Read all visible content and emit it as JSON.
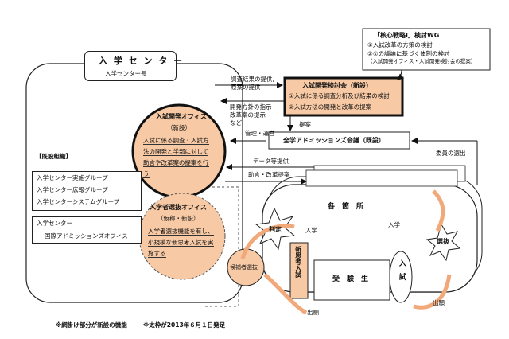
{
  "strategy_wg": {
    "title": "「核心戦略Ⅰ」検討WG",
    "line1": "①入試改革の方策の検討",
    "line2": "②①の議論に基づく体制の検討",
    "line3": "（入試開発オフィス・入試開発検討会の提案）"
  },
  "admission_center": {
    "title": "入 学 セ ン タ ー",
    "director": "入学センター長"
  },
  "existing_org": {
    "title": "【既設組織】",
    "groups": [
      "入学センター実施グループ",
      "入学センター広報グループ",
      "入学センターシステムグループ"
    ],
    "office_line1": "入学センター",
    "office_line2": "国際アドミッションズオフィス"
  },
  "dev_office": {
    "title": "入試開発オフィス",
    "status": "（新設）",
    "desc": [
      "入試に係る調査・入試方",
      "法の開発と学部に対して",
      "助言や改革案の提案を行",
      "う"
    ]
  },
  "selection_office": {
    "title": "入学者選抜オフィス",
    "status": "（仮称・新設）",
    "desc": [
      "入学者選抜機能を有し、",
      "小規模な新思考入試を実",
      "施する"
    ]
  },
  "dev_council": {
    "title": "入試開発検討会（新設）",
    "line1": "①入試に係る調査分析及び結果の検討",
    "line2": "②入試方法の開発と改革の提案"
  },
  "all_admissions": {
    "title": "全学アドミッションズ会議（既設）"
  },
  "labels": {
    "survey_result": "調査結果の提供,",
    "proposal": "原案の提供",
    "dev_policy_1": "開発方針の指示",
    "dev_policy_2": "改革案の提示",
    "dev_policy_3": "など",
    "proposal_label": "提案",
    "management": "管理・運営",
    "member_dispatch": "委員の選出",
    "data_provide": "データ等提供",
    "advice": "助言・改革提案",
    "admission_right": "入学",
    "admission_left": "入学",
    "application_left": "出願",
    "application_right": "出願"
  },
  "faculties": {
    "title": "各　箇　所"
  },
  "applicants": {
    "title": "受　験　生"
  },
  "new_thinking": {
    "title": "新思考入試"
  },
  "entrance_exam": {
    "title": "入試"
  },
  "circles": {
    "judgement": "判定",
    "candidate_selection": "候補者選抜",
    "selection": "選抜"
  },
  "footnotes": {
    "note1": "※網掛け部分が新設の機能",
    "note2": "※太枠が2013年６月１日発足"
  }
}
